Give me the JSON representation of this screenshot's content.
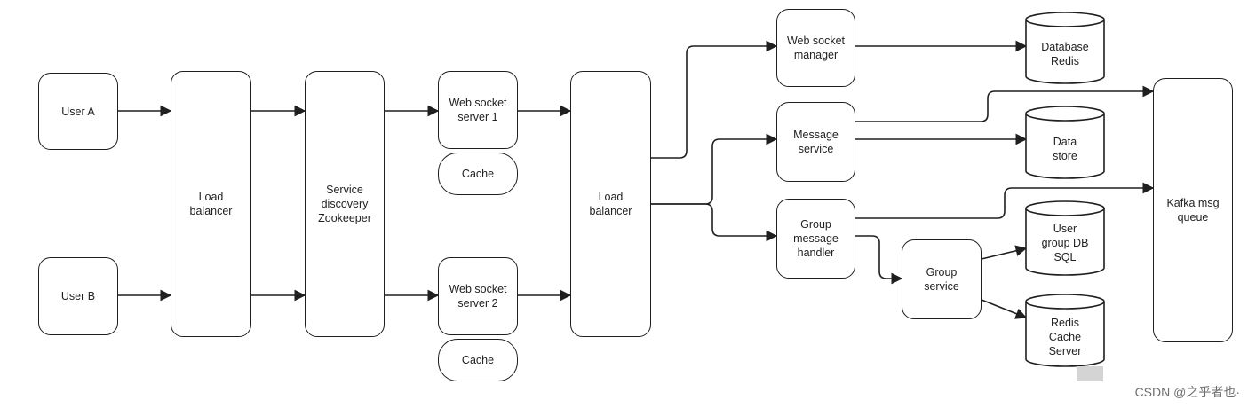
{
  "nodes": {
    "user_a": "User A",
    "user_b": "User B",
    "lb1": "Load\nbalancer",
    "service_discovery": "Service\ndiscovery\nZookeeper",
    "ws1": "Web socket\nserver 1",
    "cache1": "Cache",
    "ws2": "Web socket\nserver 2",
    "cache2": "Cache",
    "lb2": "Load\nbalancer",
    "ws_manager": "Web socket\nmanager",
    "message_service": "Message\nservice",
    "group_handler": "Group\nmessage\nhandler",
    "group_service": "Group\nservice",
    "db_redis": "Database\nRedis",
    "data_store": "Data\nstore",
    "user_group_db": "User\ngroup DB\nSQL",
    "redis_cache": "Redis\nCache\nServer",
    "kafka": "Kafka msg\nqueue"
  },
  "watermark": "CSDN @之乎者也·",
  "colors": {
    "stroke": "#1f1f1f",
    "background": "#ffffff"
  }
}
